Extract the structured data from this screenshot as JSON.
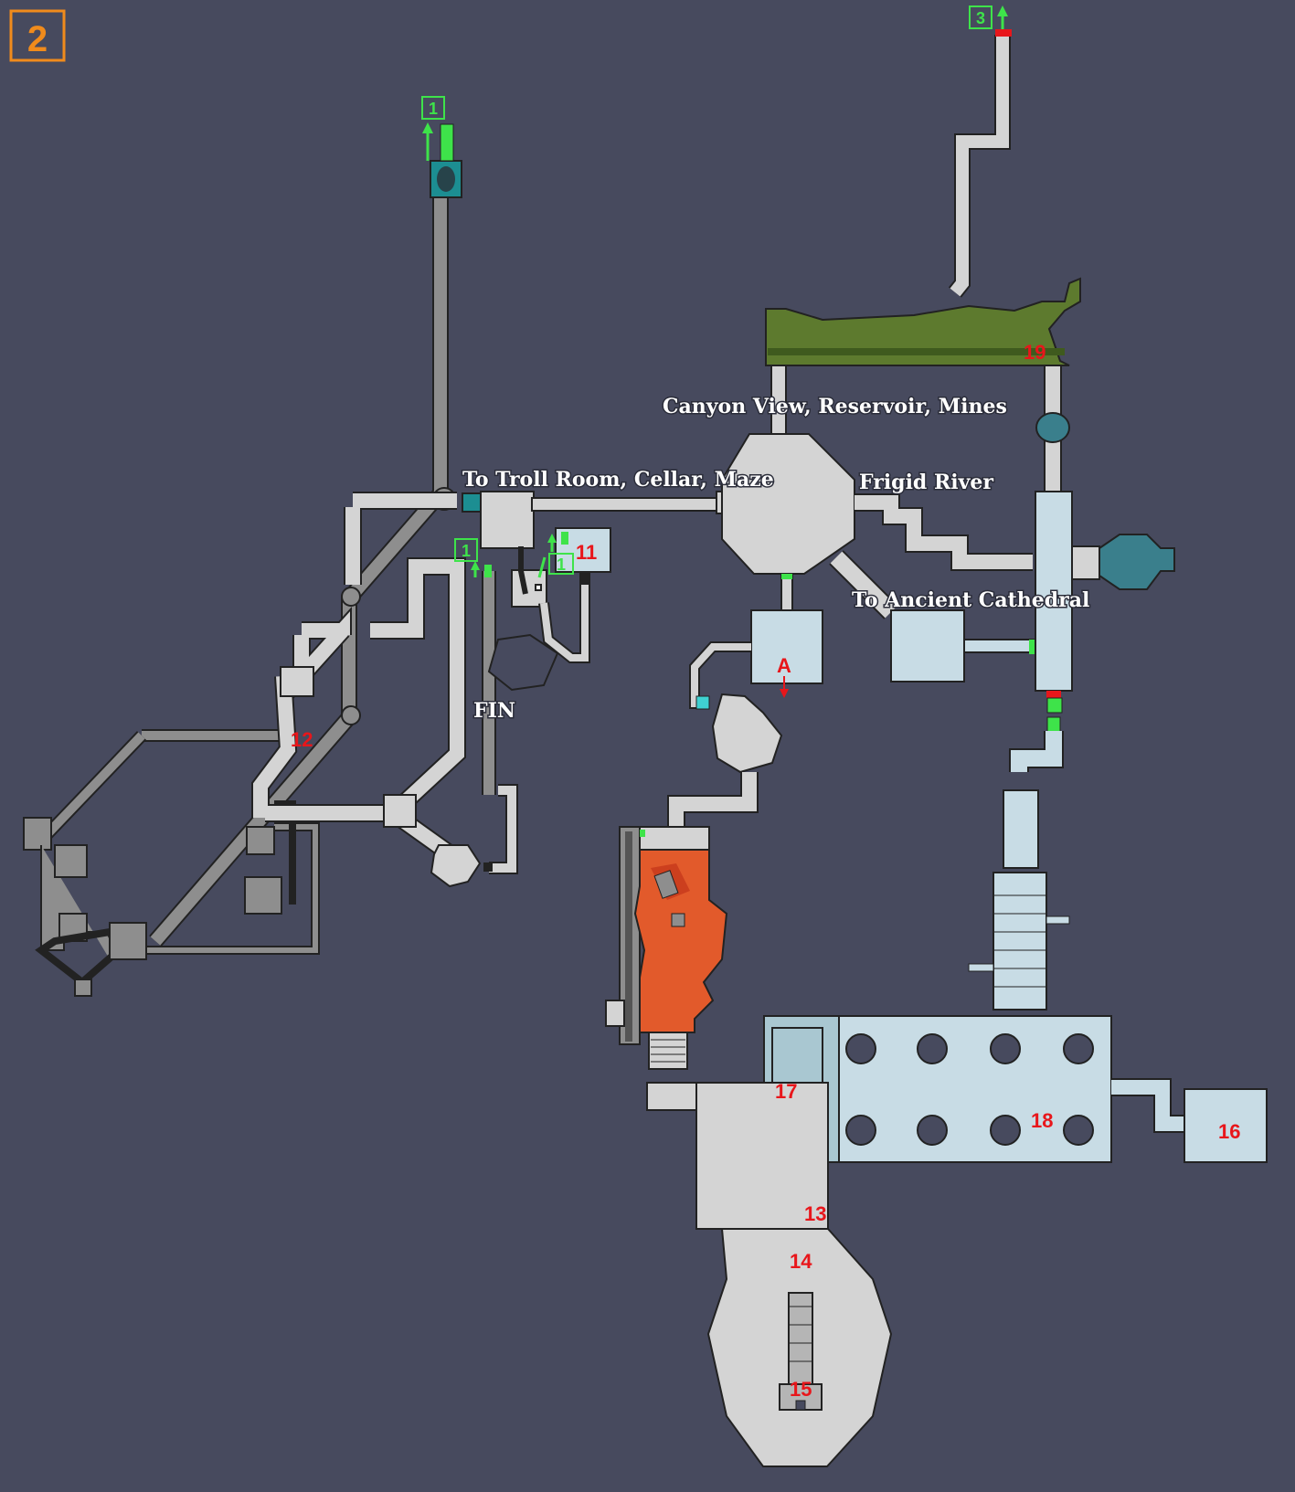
{
  "level_marker": "2",
  "labels": {
    "canyon": "Canyon View, Reservoir, Mines",
    "troll": "To Troll Room, Cellar, Maze",
    "frigid": "Frigid River",
    "cathedral": "To Ancient Cathedral",
    "fin": "FIN"
  },
  "room_numbers": [
    "11",
    "12",
    "13",
    "14",
    "15",
    "16",
    "17",
    "18",
    "19"
  ],
  "exit_markers": {
    "exit_top_left": "1",
    "exit_mid": "1",
    "exit_mid_small": "1",
    "exit_top_right": "3",
    "area_a": "A"
  },
  "colors": {
    "background": "#474a5e",
    "stone_floor": "#d4d4d4",
    "dark_stone": "#8e8e8e",
    "ice_floor": "#c8dce5",
    "lava": "#e25a2b",
    "grass": "#5d7a2e",
    "room_number": "#e8161b",
    "exit_marker": "#3ee34a",
    "level_badge": "#f08b1c"
  }
}
